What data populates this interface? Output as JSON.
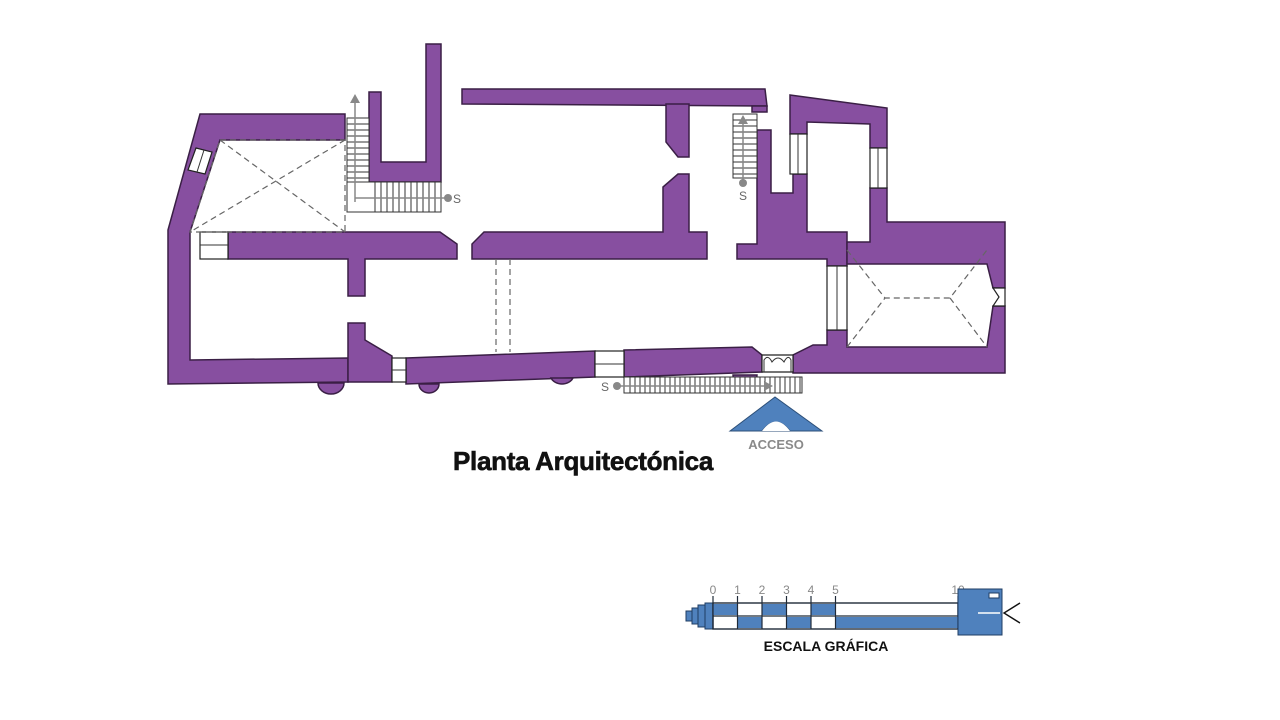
{
  "title": "Planta Arquitectónica",
  "entrance_label": "ACCESO",
  "stair_labels": [
    "S",
    "S",
    "S"
  ],
  "scale_bar": {
    "caption": "ESCALA GRÁFICA",
    "ticks": [
      "0",
      "1",
      "2",
      "3",
      "4",
      "5",
      "10"
    ]
  },
  "colors": {
    "walls": "#874fa0",
    "scale_fill": "#4f81bd",
    "labels": "#888888"
  }
}
